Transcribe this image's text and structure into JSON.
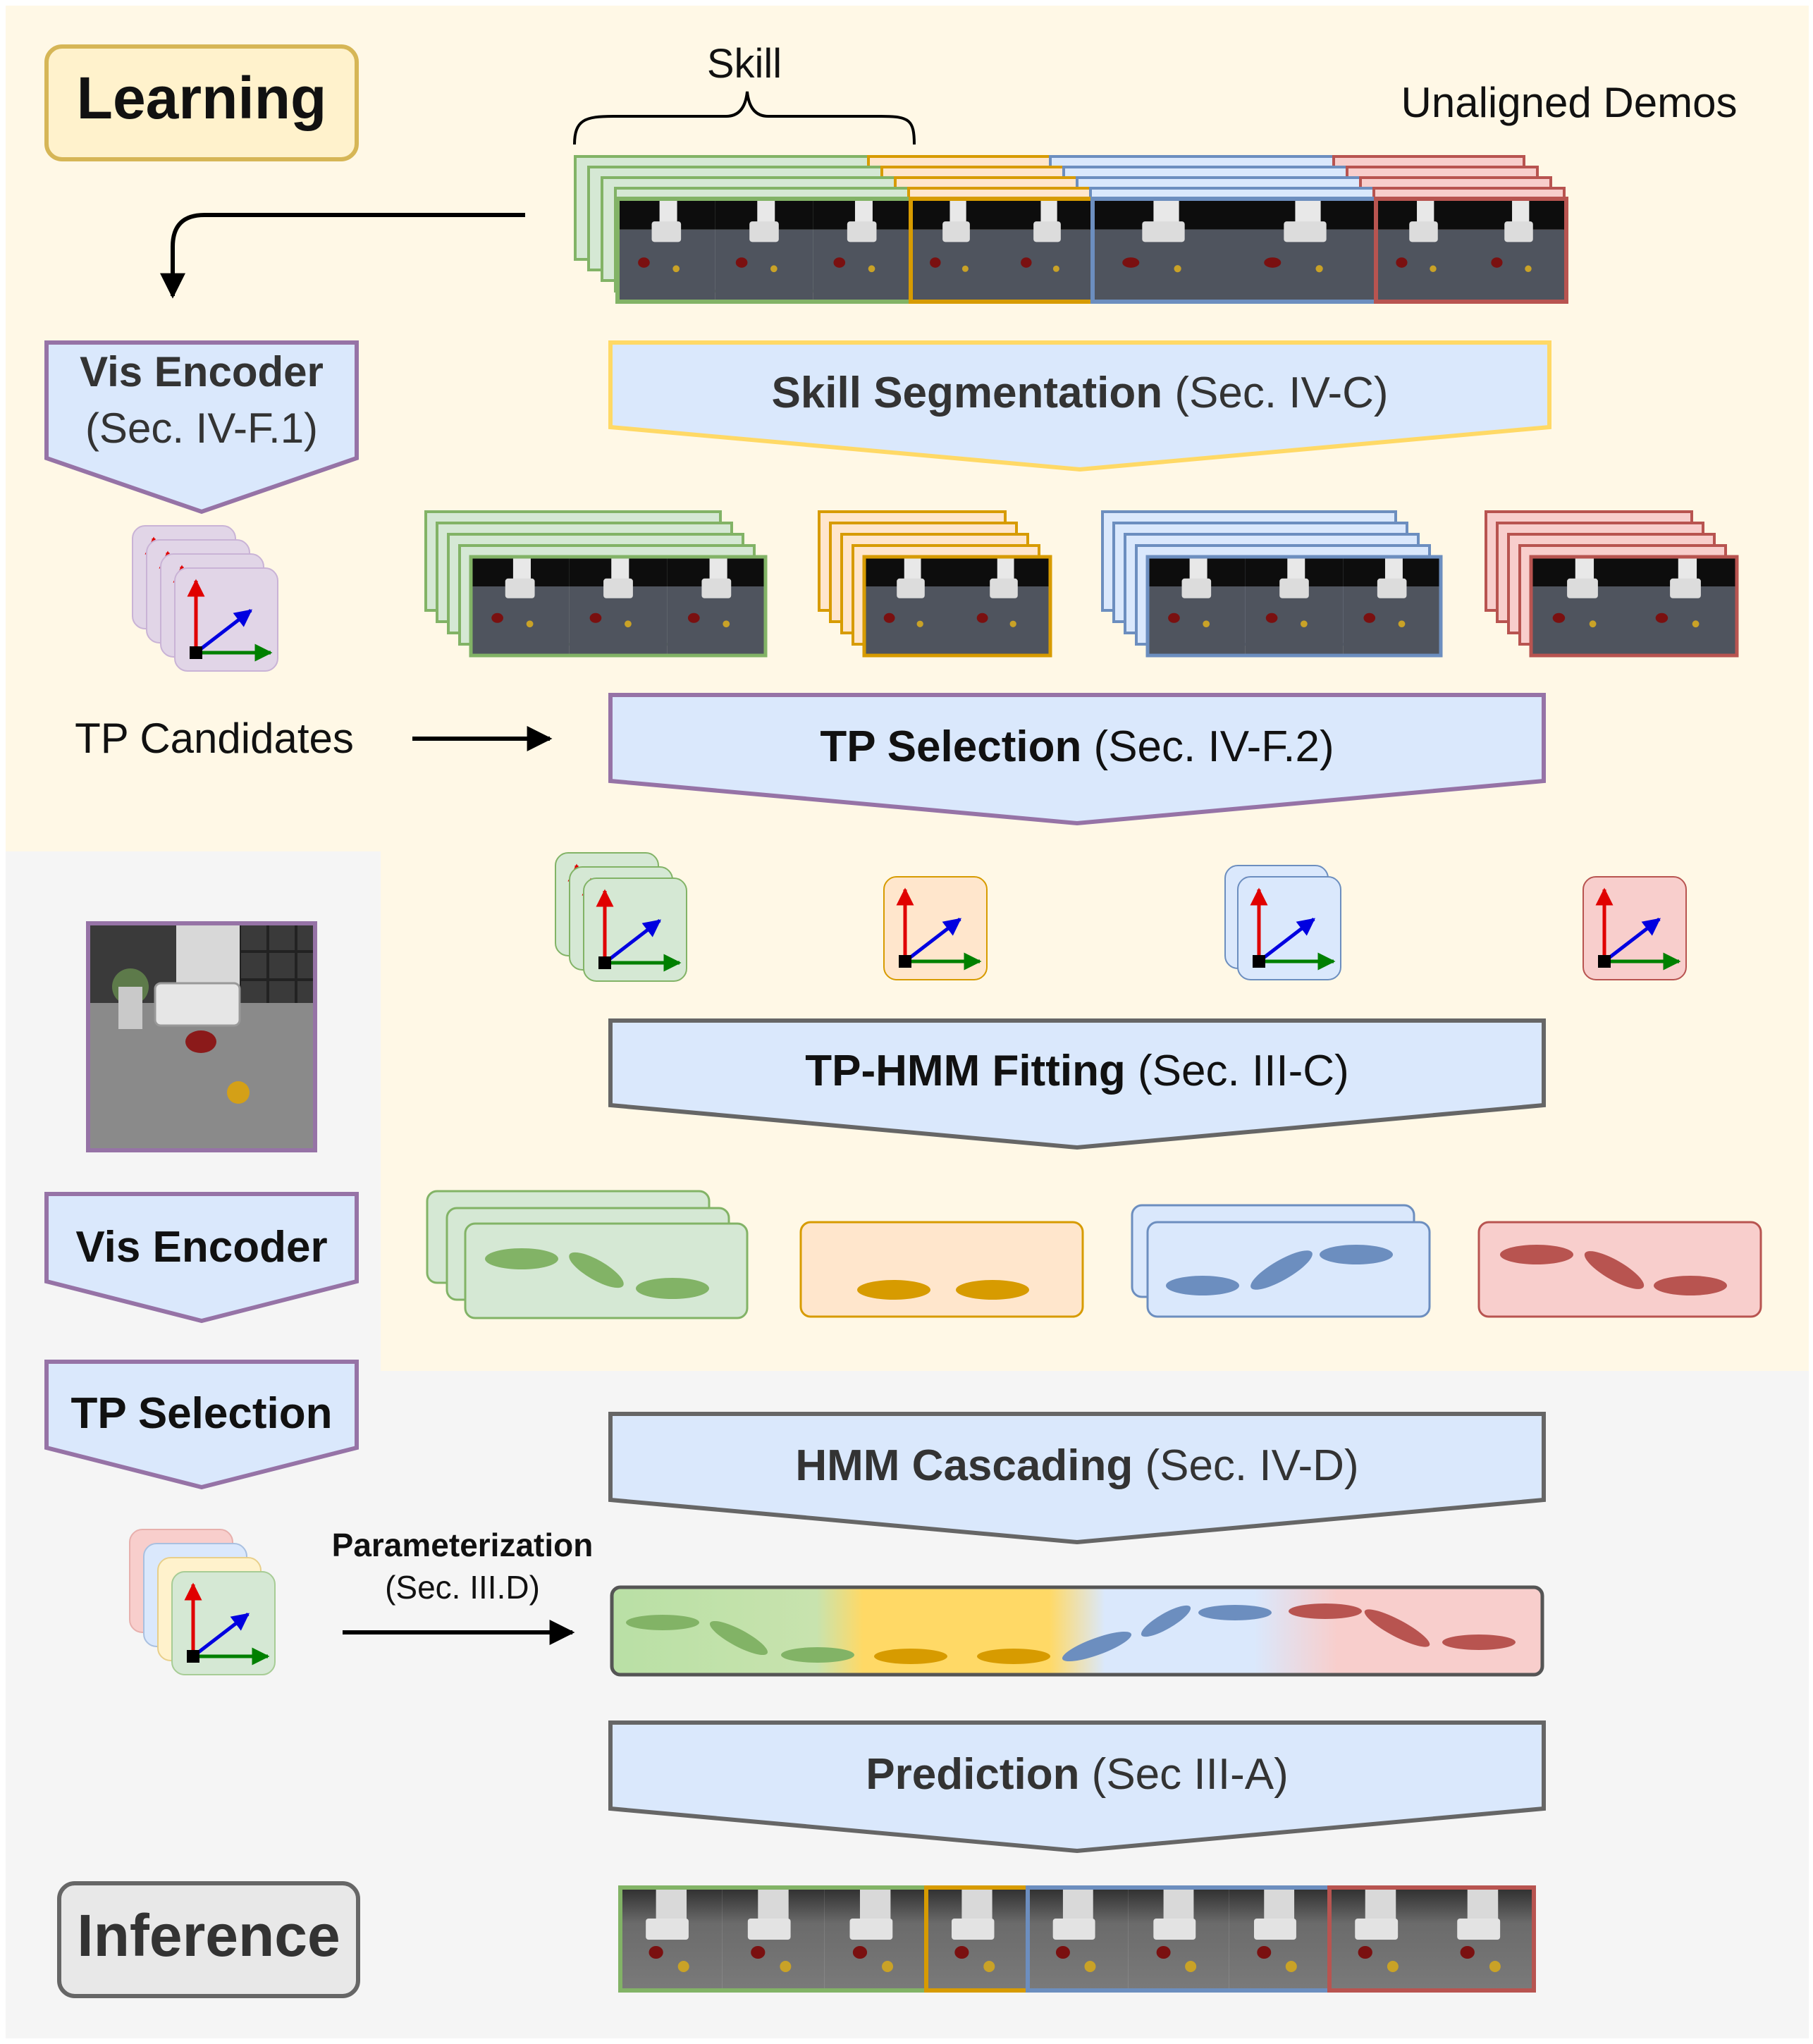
{
  "learning_badge": "Learning",
  "inference_badge": "Inference",
  "skill_label": "Skill",
  "unaligned_demos_label": "Unaligned Demos",
  "tp_candidates_label": "TP Candidates",
  "parameterization": {
    "title": "Parameterization",
    "ref": "(Sec. III.D)"
  },
  "left_encoder": {
    "title": "Vis Encoder",
    "ref": "(Sec. IV-F.1)"
  },
  "inference_steps": {
    "vis_encoder": "Vis Encoder",
    "tp_selection": "TP Selection"
  },
  "stages": [
    {
      "bold": "Skill Segmentation",
      "ref": " (Sec. IV-C)"
    },
    {
      "bold": "TP Selection",
      "ref": " (Sec. IV-F.2)"
    },
    {
      "bold": "TP-HMM Fitting",
      "ref": " (Sec. III-C)"
    },
    {
      "bold": "HMM Cascading",
      "ref": " (Sec. IV-D)"
    },
    {
      "bold": "Prediction",
      "ref": " (Sec III-A)"
    }
  ],
  "colors": {
    "learning_bg": "#fff8e6",
    "inference_bg": "#f5f5f5",
    "stage_fill": "#dae8fc",
    "segmentation_border": "#ffd966",
    "tp_selection_border": "#9673a6",
    "fitting_border": "#666666",
    "skill_green": "#82b366",
    "skill_orange": "#d79b00",
    "skill_blue": "#6c8ebf",
    "skill_red": "#b85450",
    "tp_pink_fill": "#e1d5e7",
    "badge_learning_fill": "#fff2cc",
    "badge_learning_border": "#d6b656",
    "badge_inference_fill": "#e8e8e8",
    "badge_inference_border": "#666666"
  }
}
